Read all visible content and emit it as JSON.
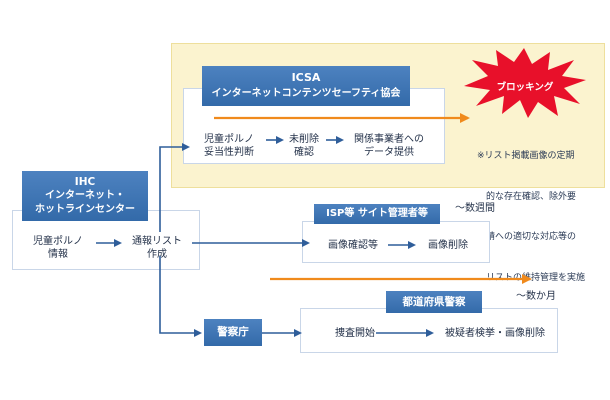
{
  "icsa": {
    "title_line1": "ICSA",
    "title_line2": "インターネットコンテンツセーフティ協会",
    "step1_line1": "児童ポルノ",
    "step1_line2": "妥当性判断",
    "step2_line1": "未削除",
    "step2_line2": "確認",
    "step3_line1": "関係事業者への",
    "step3_line2": "データ提供"
  },
  "blocking": {
    "label": "ブロッキング",
    "note_line1": "※リスト掲載画像の定期",
    "note_line2": "的な存在確認、除外要",
    "note_line3": "請への適切な対応等の",
    "note_line4": "リストの維持管理を実施"
  },
  "ihc": {
    "title_line1": "IHC",
    "title_line2": "インターネット・",
    "title_line3": "ホットラインセンター",
    "step1_line1": "児童ポルノ",
    "step1_line2": "情報",
    "step2_line1": "通報リスト",
    "step2_line2": "作成"
  },
  "isp": {
    "title": "ISP等 サイト管理者等",
    "duration": "～数週間",
    "step1": "画像確認等",
    "step2": "画像削除"
  },
  "police": {
    "agency": "警察庁",
    "prefecture": "都道府県警察",
    "duration": "～数か月",
    "step1": "捜査開始",
    "step2": "被疑者検挙・画像削除"
  },
  "colors": {
    "header_blue": "#3f74b4",
    "arrow_blue": "#2f5e9a",
    "arrow_orange": "#f08a1c",
    "burst_red": "#e8102a",
    "panel_yellow": "#fbf3cf"
  }
}
